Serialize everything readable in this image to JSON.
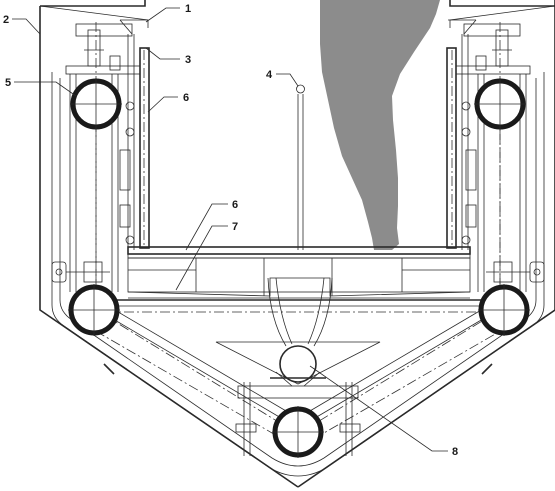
{
  "drawing": {
    "colors": {
      "line": "#2a2a2a",
      "silhouette": "#8c8c8c",
      "background": "#ffffff"
    },
    "callouts": [
      {
        "id": "c1",
        "label": "1"
      },
      {
        "id": "c2",
        "label": "2"
      },
      {
        "id": "c3",
        "label": "3"
      },
      {
        "id": "c4",
        "label": "4"
      },
      {
        "id": "c5",
        "label": "5"
      },
      {
        "id": "c6a",
        "label": "6"
      },
      {
        "id": "c6b",
        "label": "6"
      },
      {
        "id": "c7",
        "label": "7"
      },
      {
        "id": "c8",
        "label": "8"
      }
    ]
  }
}
